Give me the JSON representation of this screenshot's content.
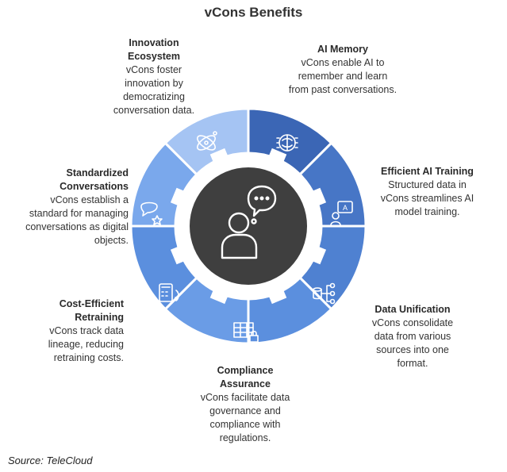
{
  "title": "vCons Benefits",
  "colors": {
    "ring": [
      "#3b66b5",
      "#4776c6",
      "#4f81d1",
      "#5b8fde",
      "#6a9ce6",
      "#5b8fde",
      "#7aa8ec",
      "#a5c4f3"
    ],
    "center": "#3f3f3f",
    "inner_band": "#ffffff"
  },
  "segments": [
    {
      "key": "ai-memory",
      "icon": "brain-chip-icon",
      "heading": "AI Memory",
      "body": "vCons enable AI to remember and learn from past conversations."
    },
    {
      "key": "efficient-ai-training",
      "icon": "robot-teacher-icon",
      "heading": "Efficient AI Training",
      "body": "Structured data in vCons streamlines AI model training."
    },
    {
      "key": "data-unification",
      "icon": "database-network-icon",
      "heading": "Data Unification",
      "body": "vCons consolidate data from various sources into one format."
    },
    {
      "key": "compliance-assurance",
      "icon": "table-lock-icon",
      "heading": "Compliance Assurance",
      "body": "vCons facilitate data governance and compliance with regulations."
    },
    {
      "key": "cost-efficient-retraining",
      "icon": "calculator-refresh-icon",
      "heading": "Cost-Efficient Retraining",
      "body": "vCons track data lineage, reducing retraining costs."
    },
    {
      "key": "standardized-conversations",
      "icon": "chat-star-icon",
      "heading": "Standardized Conversations",
      "body": "vCons establish a standard for managing conversations as digital objects."
    },
    {
      "key": "innovation-ecosystem",
      "icon": "atom-orbit-icon",
      "heading": "Innovation Ecosystem",
      "body": "vCons foster innovation by democratizing conversation data."
    }
  ],
  "center_icon": "person-thinking-icon",
  "source": "Source: TeleCloud"
}
